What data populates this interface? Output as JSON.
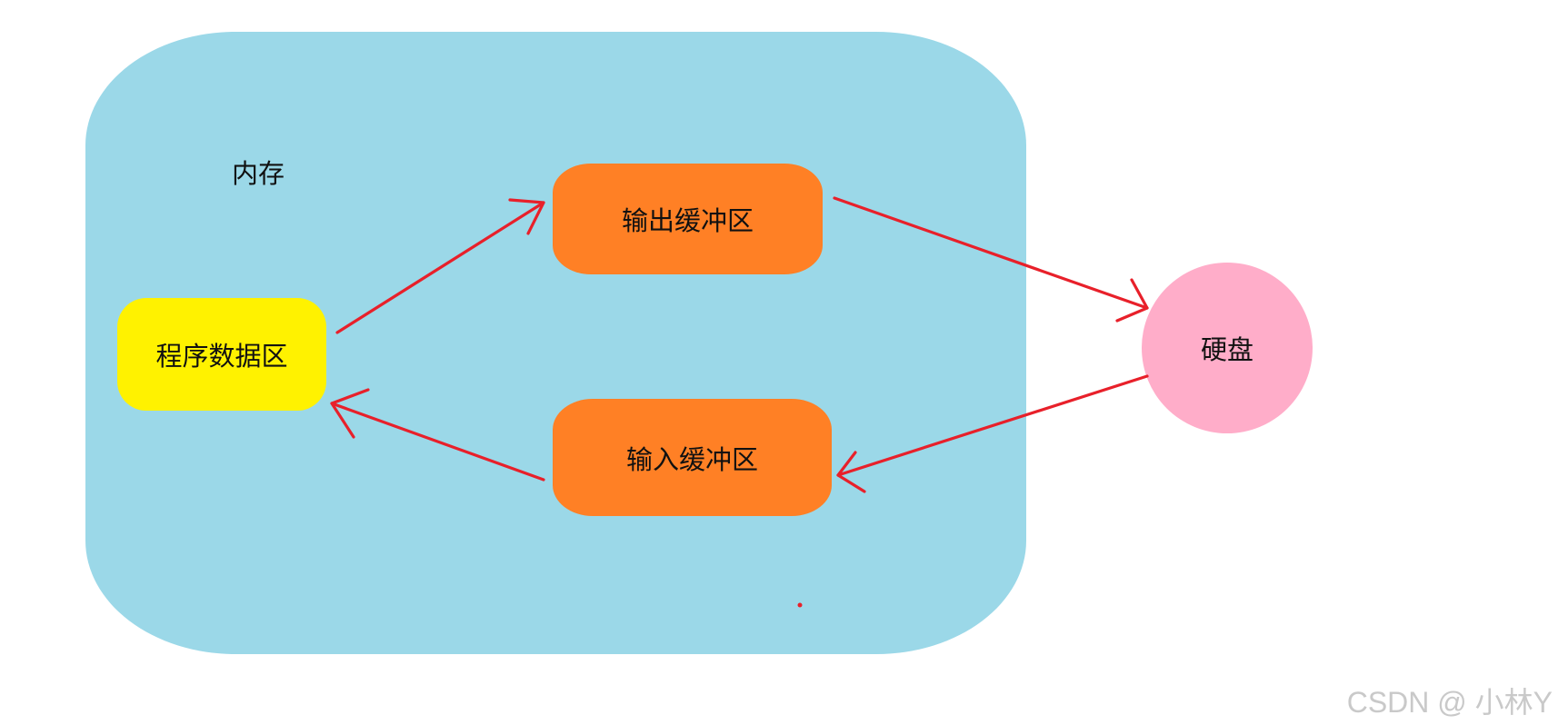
{
  "diagram": {
    "memory_label": "内存",
    "program_data_label": "程序数据区",
    "output_buffer_label": "输出缓冲区",
    "input_buffer_label": "输入缓冲区",
    "disk_label": "硬盘"
  },
  "watermark": "CSDN @ 小林Y",
  "colors": {
    "memory": "#9bd8e8",
    "program_data": "#fff200",
    "buffers": "#ff8025",
    "disk": "#ffadc9",
    "arrows": "#e8202a"
  }
}
